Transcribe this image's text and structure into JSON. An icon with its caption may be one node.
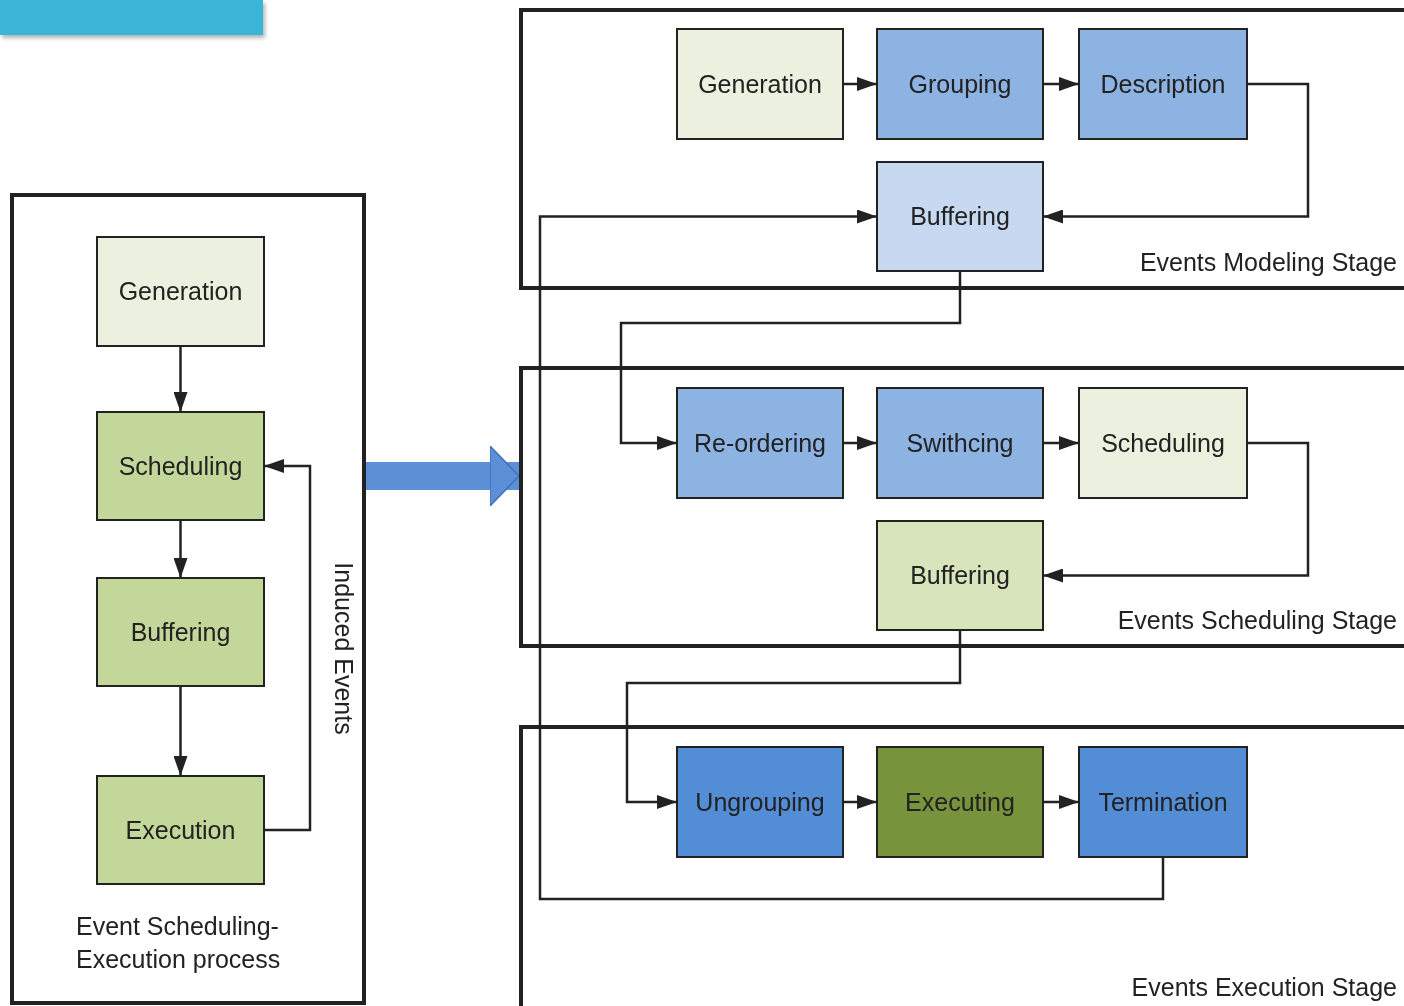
{
  "diagram": {
    "nodes": [
      {
        "text": [
          "Event Scheduling- Execution process"
        ]
      },
      {
        "text": [
          "Generation"
        ],
        "in": 0
      },
      {
        "text": [
          "Scheduling"
        ],
        "in": 0
      },
      {
        "text": [
          "Buffering"
        ],
        "in": 0
      },
      {
        "text": [
          "Execution"
        ],
        "in": 0
      },
      {
        "text": [
          "Events Modeling Stage"
        ]
      },
      {
        "text": [
          "Generation"
        ],
        "in": 5
      },
      {
        "text": [
          "Grouping"
        ],
        "in": 5
      },
      {
        "text": [
          "Description"
        ],
        "in": 5
      },
      {
        "text": [
          "Buffering"
        ],
        "in": 5
      },
      {
        "text": [
          "Events Scheduling Stage"
        ]
      },
      {
        "text": [
          "Re-ordering"
        ],
        "in": 10
      },
      {
        "text": [
          "Swithcing"
        ],
        "in": 10
      },
      {
        "text": [
          "Scheduling"
        ],
        "in": 10
      },
      {
        "text": [
          "Buffering"
        ],
        "in": 10
      },
      {
        "text": [
          "Events Execution Stage"
        ]
      },
      {
        "text": [
          "Ungrouping"
        ],
        "in": 15
      },
      {
        "text": [
          "Executing"
        ],
        "in": 15
      },
      {
        "text": [
          "Termination"
        ],
        "in": 15
      }
    ],
    "edges": [
      {
        "from": 1,
        "to": 2,
        "arrow": "to"
      },
      {
        "from": 2,
        "to": 3,
        "arrow": "to"
      },
      {
        "from": 3,
        "to": 4,
        "arrow": "to"
      },
      {
        "from": 4,
        "to": 2,
        "arrow": "to",
        "label": "Induced Events"
      },
      {
        "from": 0,
        "to": 10,
        "arrow": "to",
        "style": "thick",
        "color": "#5b8fd6"
      },
      {
        "from": 6,
        "to": 7,
        "arrow": "to"
      },
      {
        "from": 7,
        "to": 8,
        "arrow": "to"
      },
      {
        "from": 8,
        "to": 9,
        "arrow": "to"
      },
      {
        "from": 9,
        "to": 11,
        "arrow": "to"
      },
      {
        "from": 11,
        "to": 12,
        "arrow": "to"
      },
      {
        "from": 12,
        "to": 13,
        "arrow": "to"
      },
      {
        "from": 13,
        "to": 14,
        "arrow": "to"
      },
      {
        "from": 14,
        "to": 16,
        "arrow": "to"
      },
      {
        "from": 16,
        "to": 17,
        "arrow": "to"
      },
      {
        "from": 17,
        "to": 18,
        "arrow": "to"
      },
      {
        "from": 18,
        "to": 9,
        "arrow": "to"
      }
    ]
  }
}
